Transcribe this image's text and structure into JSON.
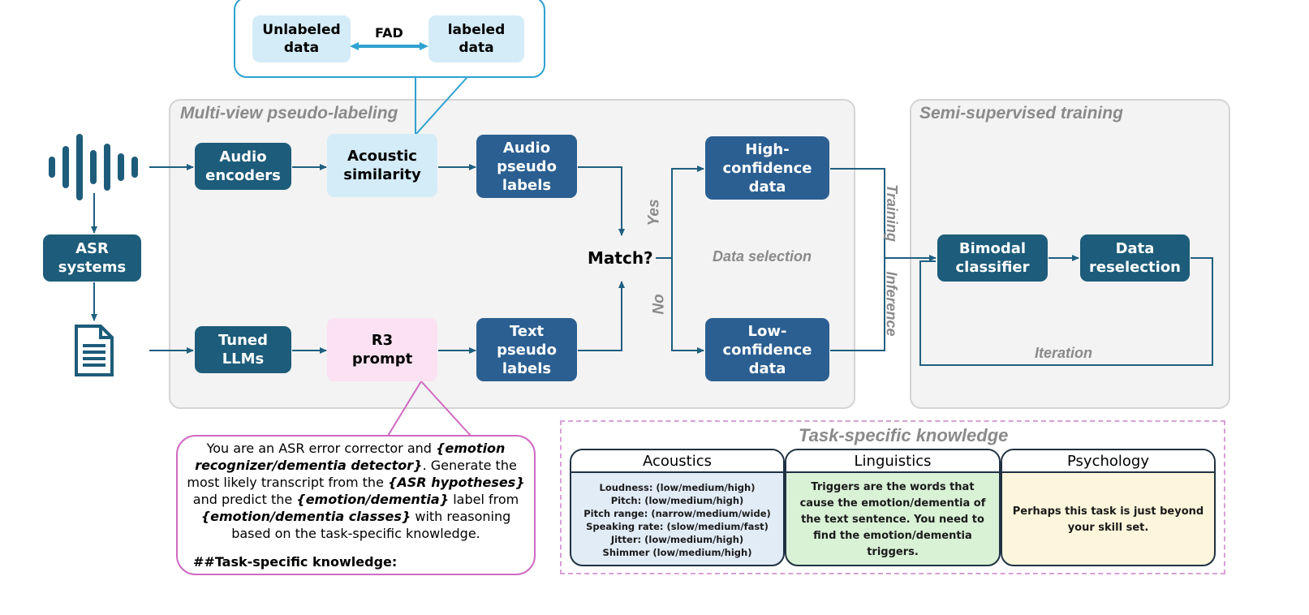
{
  "fad_callout": {
    "unlabeled": "Unlabeled\ndata",
    "fad": "FAD",
    "labeled": "labeled\ndata"
  },
  "left_panel": {
    "title": "Multi-view pseudo-labeling",
    "audio_encoders": "Audio\nencoders",
    "acoustic_similarity": "Acoustic\nsimilarity",
    "audio_pseudo_labels": "Audio\npseudo\nlabels",
    "tuned_llms": "Tuned\nLLMs",
    "r3_prompt": "R3\nprompt",
    "text_pseudo_labels": "Text\npseudo\nlabels",
    "match": "Match?",
    "yes": "Yes",
    "no": "No",
    "high_conf": "High-\nconfidence\ndata",
    "low_conf": "Low-\nconfidence\ndata",
    "data_selection": "Data selection"
  },
  "asr_systems": "ASR\nsystems",
  "training": "Training",
  "inference": "Inference",
  "right_panel": {
    "title": "Semi-supervised training",
    "bimodal": "Bimodal\nclassifier",
    "reselection": "Data\nreselection",
    "iteration": "Iteration"
  },
  "prompt_callout": {
    "p1": "You are an ASR error corrector and ",
    "e1": "{emotion recognizer/dementia detector}",
    "p2": ". Generate the most likely transcript from the ",
    "e2": "{ASR hypotheses}",
    "p3": " and predict the ",
    "e3": "{emotion/dementia}",
    "p4": " label from ",
    "e4": "{emotion/dementia classes}",
    "p5": " with reasoning based on the task-specific knowledge.",
    "heading": "##Task-specific knowledge:"
  },
  "knowledge": {
    "title": "Task-specific knowledge",
    "acoustics": {
      "head": "Acoustics",
      "body": "Loudness: (low/medium/high)\nPitch: (low/medium/high)\nPitch range: (narrow/medium/wide)\nSpeaking rate: (slow/medium/fast)\nJitter: (low/medium/high)\nShimmer (low/medium/high)"
    },
    "linguistics": {
      "head": "Linguistics",
      "body": "Triggers are the words that\ncause the emotion/dementia of\nthe text sentence. You need to\nfind the emotion/dementia\ntriggers."
    },
    "psychology": {
      "head": "Psychology",
      "body": "Perhaps this task is just beyond\nyour skill set."
    }
  },
  "colors": {
    "dark_teal": "#1d5c7a",
    "blue": "#2b5f91",
    "light_blue": "#d4ecf7",
    "pink": "#fbe1f2",
    "acoustics_bg": "#e2ecf7",
    "linguistics_bg": "#d9f2d6",
    "psychology_bg": "#fdf6dc"
  },
  "icons": {
    "waveform": "audio-waveform-icon",
    "document": "text-document-icon"
  }
}
